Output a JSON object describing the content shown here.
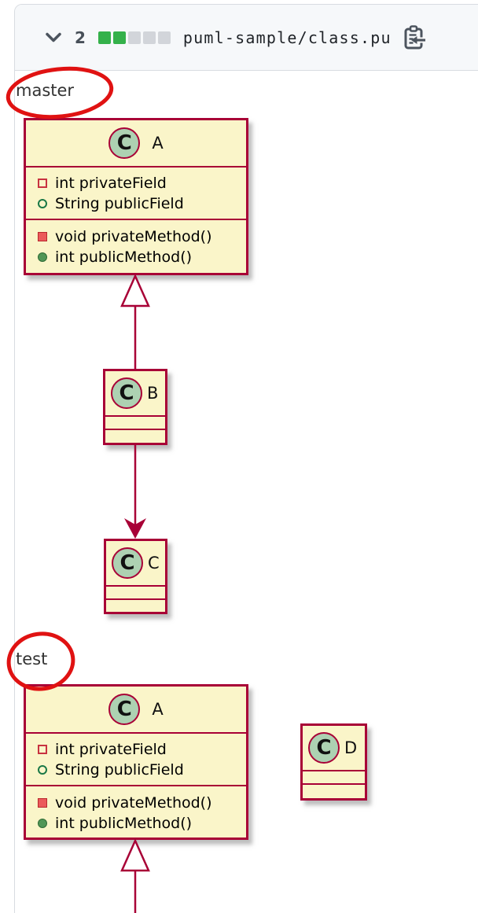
{
  "header": {
    "collapse_icon": "chevron-down",
    "changed_lines_count": "2",
    "diffstat": {
      "filled": 2,
      "total": 5,
      "squares": [
        "added",
        "added",
        "neutral",
        "neutral",
        "neutral"
      ]
    },
    "filename": "puml-sample/class.pu",
    "copy_icon": "clipboard-arrow"
  },
  "colors": {
    "uml_border": "#A80036",
    "uml_bg": "#FAF5C9",
    "circle_bg": "#ADD1B2",
    "private_red": "#C83240",
    "public_green": "#1A7846",
    "private_fill": "#EB5A5A",
    "public_fill": "#519657",
    "annotation_red": "#E01212",
    "diff_added": "#34B14A",
    "diff_neutral": "#D2D5DA",
    "header_bg": "#F6F8FA",
    "card_border": "#D8DCE1"
  },
  "diagrams": {
    "master": {
      "label": "master",
      "classes": [
        {
          "circle_letter": "C",
          "name": "A",
          "fields": [
            {
              "visibility": "private",
              "text": "int privateField"
            },
            {
              "visibility": "public",
              "text": "String publicField"
            }
          ],
          "methods": [
            {
              "visibility": "private",
              "text": "void privateMethod()"
            },
            {
              "visibility": "public",
              "text": "int publicMethod()"
            }
          ]
        },
        {
          "circle_letter": "C",
          "name": "B",
          "fields": [],
          "methods": []
        },
        {
          "circle_letter": "C",
          "name": "C",
          "fields": [],
          "methods": []
        }
      ],
      "relations": [
        {
          "from": "B",
          "to": "A",
          "type": "extends"
        },
        {
          "from": "B",
          "to": "C",
          "type": "directed-association"
        }
      ]
    },
    "test": {
      "label": "test",
      "classes": [
        {
          "circle_letter": "C",
          "name": "A",
          "fields": [
            {
              "visibility": "private",
              "text": "int privateField"
            },
            {
              "visibility": "public",
              "text": "String publicField"
            }
          ],
          "methods": [
            {
              "visibility": "private",
              "text": "void privateMethod()"
            },
            {
              "visibility": "public",
              "text": "int publicMethod()"
            }
          ]
        },
        {
          "circle_letter": "C",
          "name": "D",
          "fields": [],
          "methods": []
        }
      ],
      "relations": [
        {
          "from": "offscreen",
          "to": "A",
          "type": "extends"
        }
      ]
    }
  }
}
